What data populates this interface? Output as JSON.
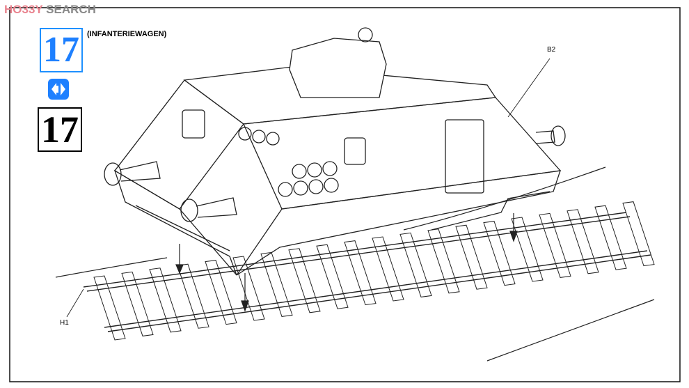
{
  "watermark": {
    "part1": "HO33Y",
    "part2": " SEARCH"
  },
  "step": {
    "number": "17",
    "number_black": "17",
    "title": "(INFANTERIEWAGEN)",
    "symbol": "assemble-both-sides-icon"
  },
  "callouts": {
    "b2": "B2",
    "h1": "H1"
  },
  "colors": {
    "accent": "#1e80ff",
    "line": "#222222"
  }
}
